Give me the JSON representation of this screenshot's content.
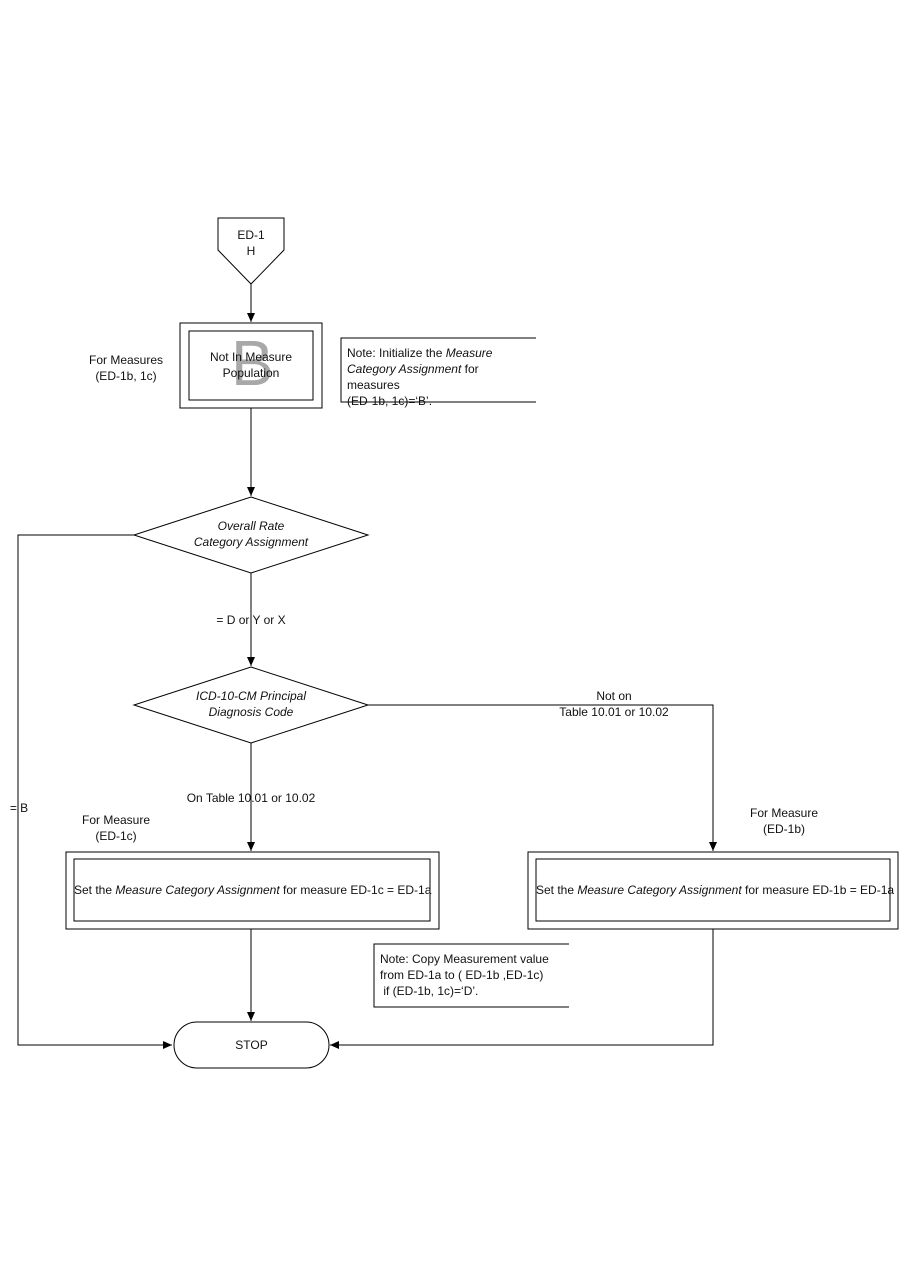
{
  "connector": {
    "line1": "ED-1",
    "line2": "H"
  },
  "init_box": {
    "side_label_line1": "For Measures",
    "side_label_line2": "(ED-1b, 1c)",
    "watermark_letter": "B",
    "line1": "Not In Measure",
    "line2": "Population"
  },
  "note_init": {
    "pre": "Note: Initialize the ",
    "italic1": "Measure",
    "italic2": "Category Assignment",
    "post": " for measures",
    "line3": "(ED-1b, 1c)=‘B’."
  },
  "decision1": {
    "line1": "Overall Rate",
    "line2": "Category Assignment"
  },
  "edge_dyx": "= D or Y or X",
  "edge_b": "= B",
  "decision2": {
    "line1": "ICD-10-CM Principal",
    "line2": "Diagnosis Code"
  },
  "edge_not_on": {
    "line1": "Not on",
    "line2": "Table 10.01 or 10.02"
  },
  "edge_on": "On Table 10.01 or 10.02",
  "left_proc": {
    "side_label_line1": "For Measure",
    "side_label_line2": "(ED-1c)",
    "pre": "Set the ",
    "italic": "Measure Category Assignment",
    "post": " for measure ED-1c =  ED-1a"
  },
  "right_proc": {
    "side_label_line1": "For  Measure",
    "side_label_line2": "(ED-1b)",
    "pre": "Set the ",
    "italic": "Measure Category Assignment",
    "post": " for measure ED-1b =  ED-1a"
  },
  "note_copy": {
    "line1": "Note: Copy Measurement value",
    "line2": "from ED-1a to ( ED-1b ,ED-1c)",
    "line3": " if (ED-1b, 1c)=‘D’."
  },
  "stop": "STOP"
}
